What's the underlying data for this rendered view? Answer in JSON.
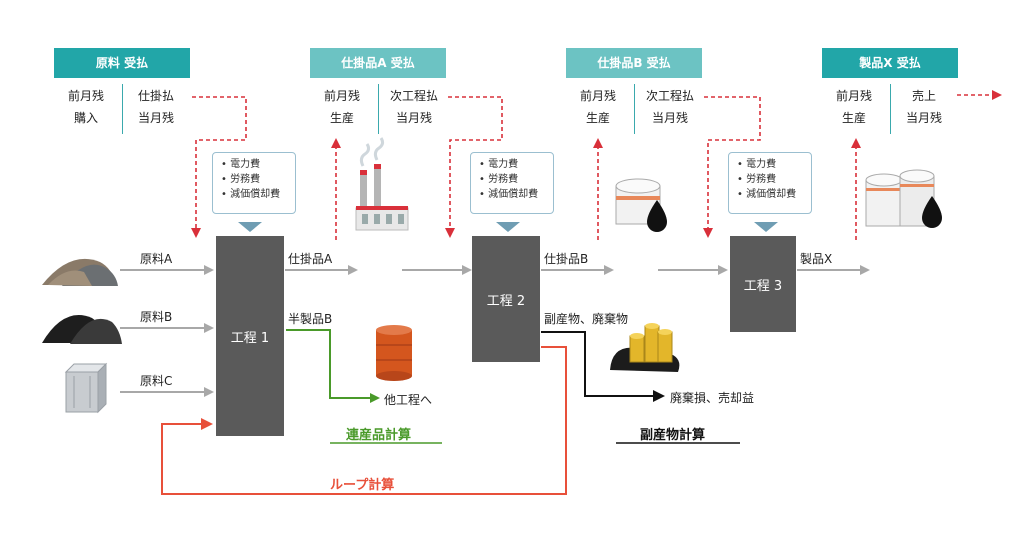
{
  "accounts": [
    {
      "title": "原料 受払",
      "left_top": "前月残",
      "left_bottom": "購入",
      "right_top": "仕掛払",
      "right_bottom": "当月残",
      "color": "#22a6a8"
    },
    {
      "title": "仕掛品A 受払",
      "left_top": "前月残",
      "left_bottom": "生産",
      "right_top": "次工程払",
      "right_bottom": "当月残",
      "color": "#6cc3c3"
    },
    {
      "title": "仕掛品B 受払",
      "left_top": "前月残",
      "left_bottom": "生産",
      "right_top": "次工程払",
      "right_bottom": "当月残",
      "color": "#6cc3c3"
    },
    {
      "title": "製品X 受払",
      "left_top": "前月残",
      "left_bottom": "生産",
      "right_top": "売上",
      "right_bottom": "当月残",
      "color": "#22a6a8"
    }
  ],
  "cost_items": [
    "電力費",
    "労務費",
    "減価償却費"
  ],
  "processes": [
    "工程 1",
    "工程 2",
    "工程 3"
  ],
  "inputs": [
    "原料A",
    "原料B",
    "原料C"
  ],
  "flows": {
    "wip_a": "仕掛品A",
    "semi_b": "半製品B",
    "wip_b": "仕掛品B",
    "byproduct": "副産物、廃棄物",
    "product_x": "製品X",
    "other_process": "他工程へ",
    "disposal": "廃棄損、売却益"
  },
  "calculations": {
    "joint_product": "連産品計算",
    "byproduct": "副産物計算",
    "loop": "ループ計算"
  },
  "colors": {
    "process": "#5a5a5a",
    "arrow_gray": "#a8a8a8",
    "dashed_red": "#d9303a",
    "loop_red": "#e8503a",
    "joint_green": "#4a9a2a",
    "byproduct_black": "#111111"
  },
  "icons": [
    "powder-pile-icon",
    "black-granule-pile-icon",
    "crate-icon",
    "factory-icon",
    "oil-tank-icon",
    "oil-drum-icon",
    "gold-coins-icon",
    "storage-tanks-icon"
  ]
}
